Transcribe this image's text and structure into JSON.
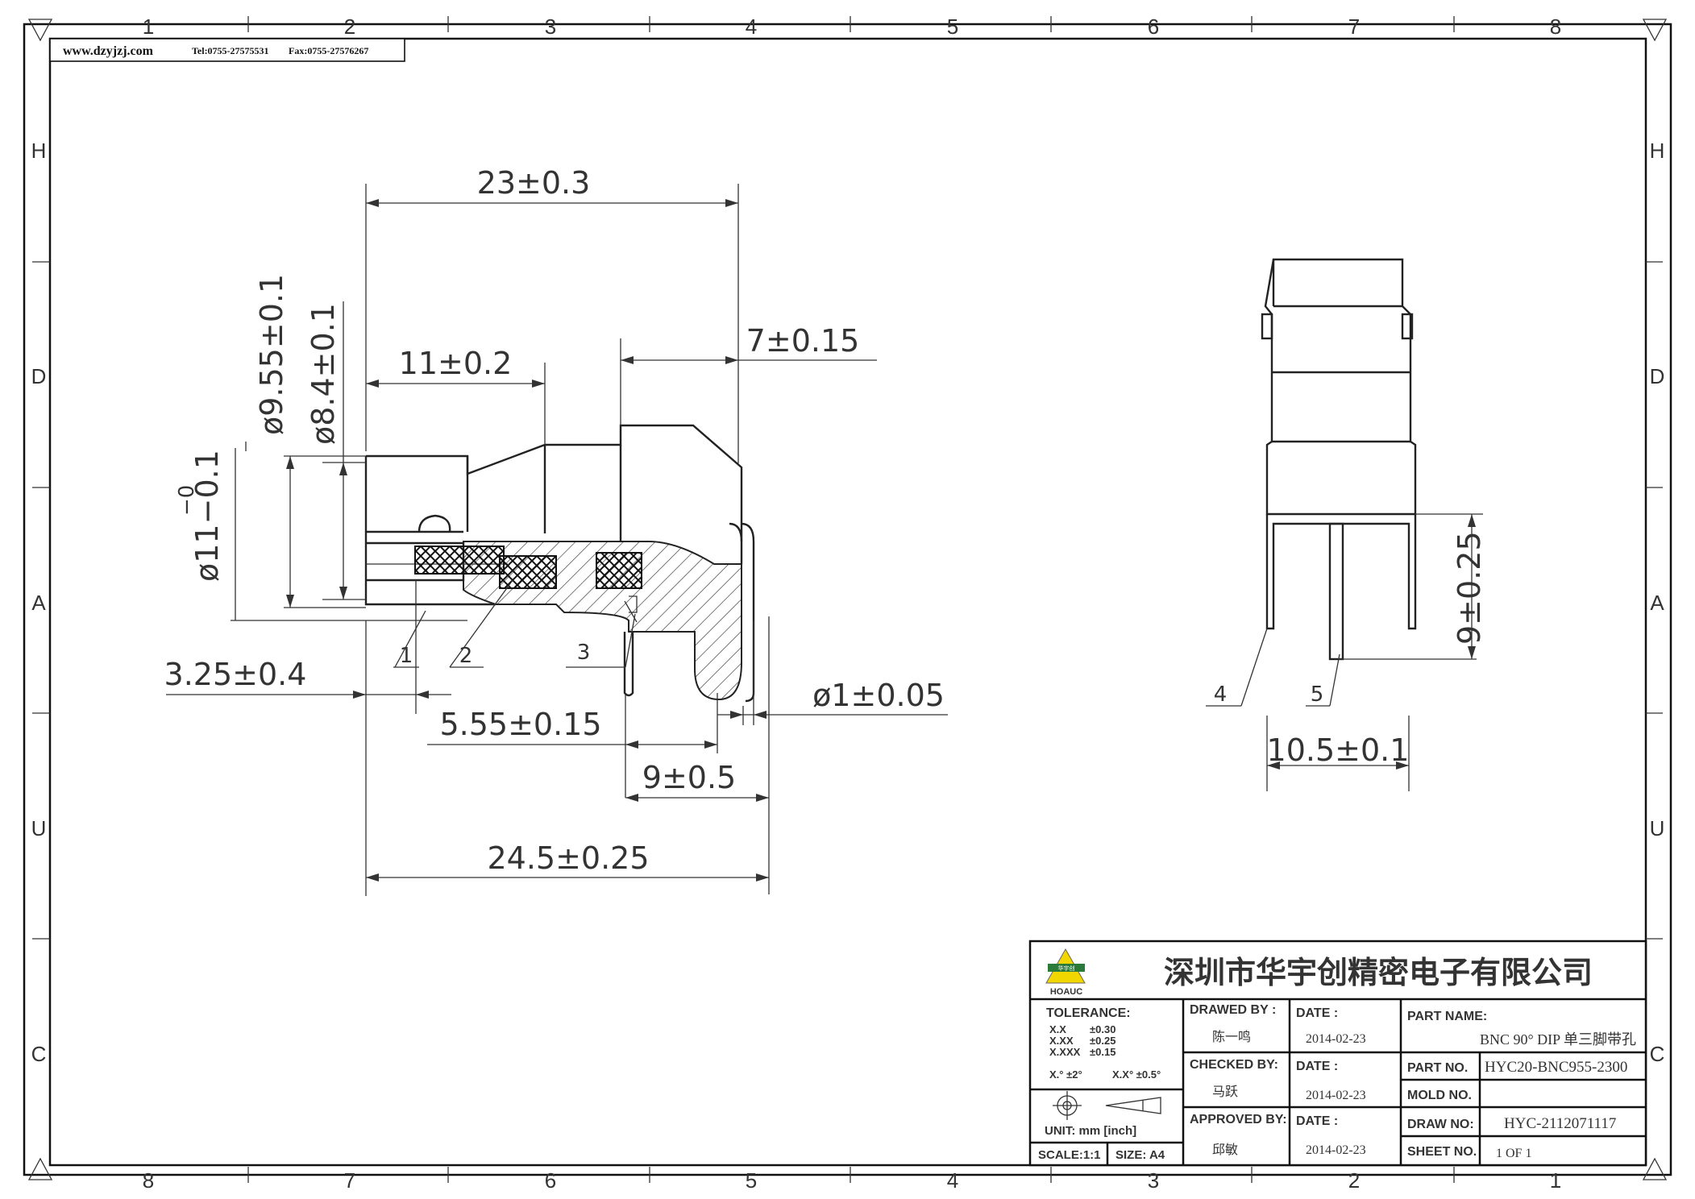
{
  "header": {
    "website": "www.dzyjzj.com",
    "tel": "Tel:0755-27575531",
    "fax": "Fax:0755-27576267"
  },
  "frame": {
    "top_columns": [
      "1",
      "2",
      "3",
      "4",
      "5",
      "6",
      "7",
      "8"
    ],
    "bottom_columns": [
      "8",
      "7",
      "6",
      "5",
      "4",
      "3",
      "2",
      "1"
    ],
    "left_rows": [
      "H",
      "D",
      "A",
      "U",
      "C"
    ],
    "right_rows": [
      "H",
      "D",
      "A",
      "U",
      "C"
    ]
  },
  "side_view": {
    "dims": {
      "overall_top": "23±0.3",
      "flange": "11±0.2",
      "right_offset": "7±0.15",
      "dia_955": "ø9.55±0.1",
      "dia_84": "ø8.4±0.1",
      "dia_11": "ø11−0.1",
      "dia_11_upper": "−0",
      "offset_325": "3.25±0.4",
      "pin_555": "5.55±0.15",
      "pin_dia": "ø1±0.05",
      "pin_pitch": "9±0.5",
      "overall_bottom": "24.5±0.25"
    },
    "balloons": [
      "1",
      "2",
      "3"
    ]
  },
  "front_view": {
    "dims": {
      "pin_length": "9±0.25",
      "width": "10.5±0.1"
    },
    "balloons": [
      "4",
      "5"
    ]
  },
  "title_block": {
    "company": "深圳市华宇创精密电子有限公司",
    "logo_text": "HOAUC",
    "logo_mark": "华宇创",
    "tolerance": {
      "title": "TOLERANCE:",
      "rows": [
        {
          "k": "X.X",
          "v": "±0.30"
        },
        {
          "k": "X.XX",
          "v": "±0.25"
        },
        {
          "k": "X.XXX",
          "v": "±0.15"
        }
      ],
      "angle_a": "X.° ±2°",
      "angle_b": "X.X° ±0.5°"
    },
    "unit": "UNIT:  mm  [inch]",
    "scale": "SCALE:1:1",
    "size": "SIZE: A4",
    "drawn_by_label": "DRAWED BY :",
    "drawn_by": "陈一鸣",
    "checked_by_label": "CHECKED BY:",
    "checked_by": "马跃",
    "approved_by_label": "APPROVED BY:",
    "approved_by": "邱敏",
    "date_label": "DATE :",
    "date1": "2014-02-23",
    "date2": "2014-02-23",
    "date3": "2014-02-23",
    "part_name_label": "PART NAME:",
    "part_name": "BNC 90° DIP 单三脚带孔",
    "part_no_label": "PART NO.",
    "part_no": "HYC20-BNC955-2300",
    "mold_no_label": "MOLD NO.",
    "mold_no": "",
    "draw_no_label": "DRAW NO:",
    "draw_no": "HYC-2112071117",
    "sheet_no_label": "SHEET NO.",
    "sheet_no": "1 OF 1"
  }
}
